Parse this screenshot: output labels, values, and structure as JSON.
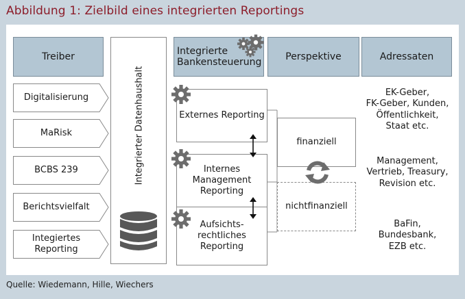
{
  "title": "Abbildung 1: Zielbild eines integrierten Reportings",
  "source": "Quelle: Wiedemann, Hille, Wiechers",
  "headers": {
    "treiber": "Treiber",
    "bankensteuerung": "Integrierte Bankensteuerung",
    "perspektive": "Perspektive",
    "adressaten": "Adressaten"
  },
  "drivers": [
    "Digitalisierung",
    "MaRisk",
    "BCBS 239",
    "Berichtsvielfalt",
    "Integiertes Reporting"
  ],
  "datenhaushalt": "Integrierter Datenhaushalt",
  "reportings": [
    "Externes Reporting",
    "Internes Management Reporting",
    "Aufsichts-rechtliches Reporting"
  ],
  "perspectives": {
    "finanziell": "finanziell",
    "nichtfinanziell": "nichtfinanziell"
  },
  "addressees": [
    [
      "EK-Geber,",
      "FK-Geber, Kunden,",
      "Öffentlichkeit,",
      "Staat etc."
    ],
    [
      "Management,",
      "Vertrieb, Treasury,",
      "Revision etc."
    ],
    [
      "BaFin,",
      "Bundesbank,",
      "EZB etc."
    ]
  ],
  "colors": {
    "title": "#8c1d2a",
    "header_fill": "#b3c6d3",
    "frame": "#c9d5de",
    "icon_gray": "#6d6d6d"
  },
  "icons": [
    "gears-icon",
    "gear-icon",
    "database-icon",
    "cycle-arrows-icon",
    "double-arrow-icon"
  ]
}
